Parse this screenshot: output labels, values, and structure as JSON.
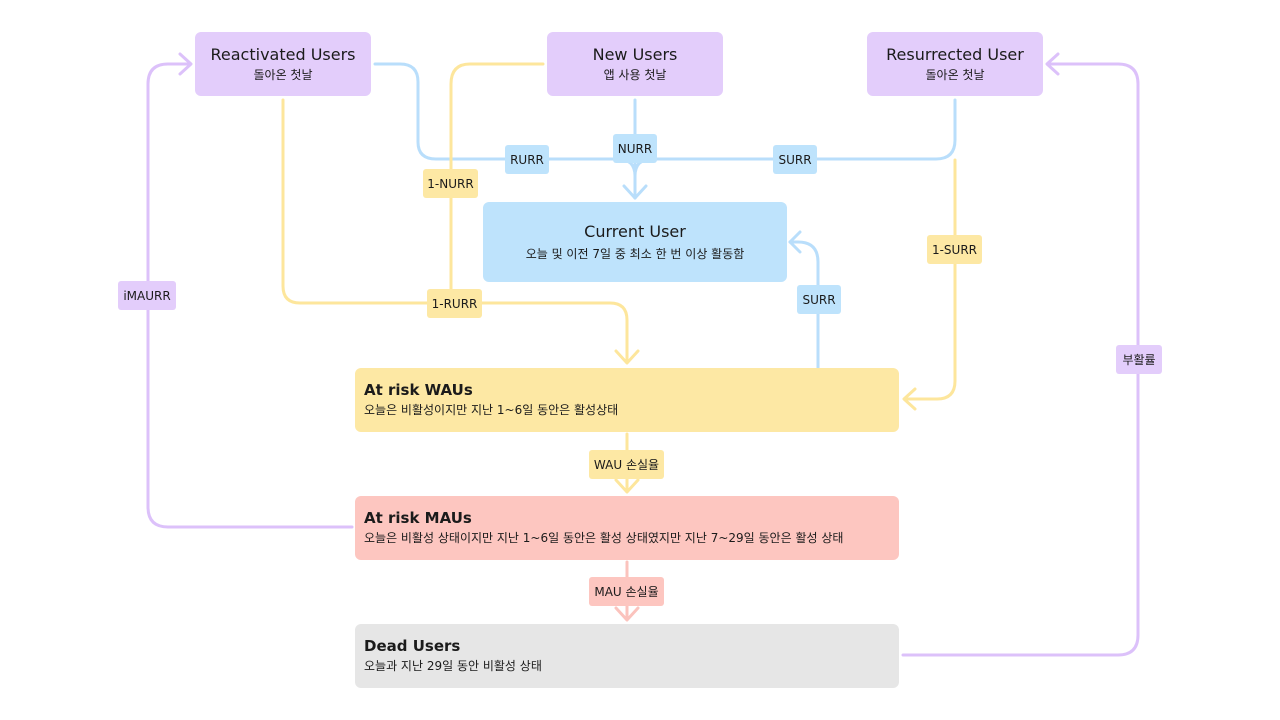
{
  "nodes": {
    "reactivated": {
      "title": "Reactivated Users",
      "subtitle": "돌아온 첫날"
    },
    "new_users": {
      "title": "New Users",
      "subtitle": "앱 사용 첫날"
    },
    "resurrected": {
      "title": "Resurrected User",
      "subtitle": "돌아온 첫날"
    },
    "current": {
      "title": "Current User",
      "subtitle": "오늘 및 이전 7일 중 최소 한 번 이상 활동함"
    },
    "at_risk_wau": {
      "title": "At risk WAUs",
      "subtitle": "오늘은 비활성이지만 지난 1~6일 동안은 활성상태"
    },
    "at_risk_mau": {
      "title": "At risk MAUs",
      "subtitle": "오늘은 비활성 상태이지만 지난 1~6일 동안은 활성 상태였지만 지난 7~29일 동안은 활성 상태"
    },
    "dead": {
      "title": "Dead Users",
      "subtitle": "오늘과 지난 29일 동안 비활성 상태"
    }
  },
  "edge_labels": {
    "rurr": "RURR",
    "nurr": "NURR",
    "surr_top": "SURR",
    "one_nurr": "1-NURR",
    "one_surr": "1-SURR",
    "one_rurr": "1-RURR",
    "surr_back": "SURR",
    "imaurr": "iMAURR",
    "resurrection_rate": "부활률",
    "wau_churn": "WAU 손실율",
    "mau_churn": "MAU 손실율"
  },
  "colors": {
    "purple_node": "#e3cdfb",
    "purple_line": "#dcc1fa",
    "blue_node": "#bee3fc",
    "blue_line": "#b9defb",
    "yellow_node": "#fde8a4",
    "yellow_line": "#fde69c",
    "pink_node": "#fdc6c0",
    "pink_line": "#fbc3bd",
    "gray_node": "#e6e6e6"
  }
}
